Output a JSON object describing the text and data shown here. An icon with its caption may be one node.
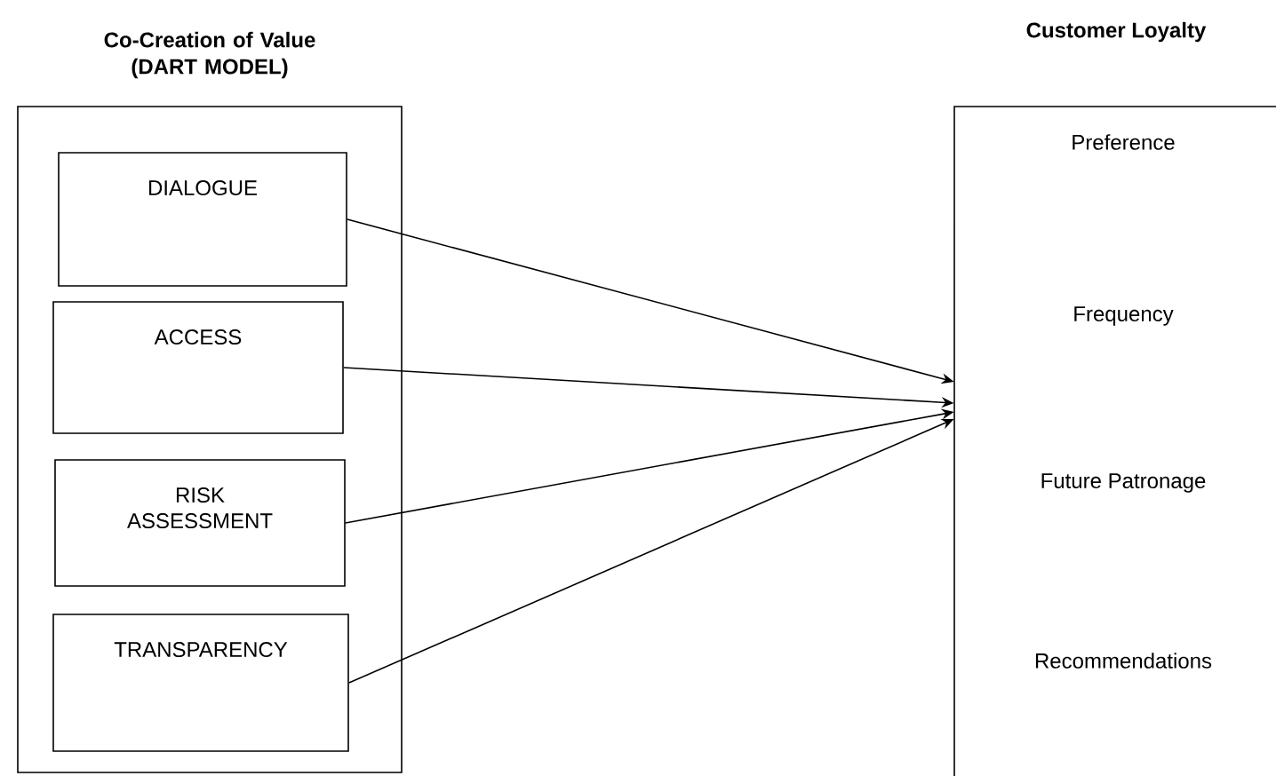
{
  "diagram": {
    "nodes": [
      {
        "text": [
          "Co-Creation of Value (DART MODEL)"
        ]
      },
      {
        "text": [
          "DIALOGUE"
        ],
        "in": 0
      },
      {
        "text": [
          "ACCESS"
        ],
        "in": 0
      },
      {
        "text": [
          "RISK ASSESSMENT"
        ],
        "in": 0
      },
      {
        "text": [
          "TRANSPARENCY"
        ],
        "in": 0
      },
      {
        "text": [
          "Customer Loyalty",
          "Preference",
          "Frequency",
          "Future Patronage",
          "Recommendations"
        ]
      }
    ],
    "edges": [
      {
        "from": 1,
        "to": 5,
        "arrow": "to"
      },
      {
        "from": 2,
        "to": 5,
        "arrow": "to"
      },
      {
        "from": 3,
        "to": 5,
        "arrow": "to"
      },
      {
        "from": 4,
        "to": 5,
        "arrow": "to"
      }
    ]
  }
}
